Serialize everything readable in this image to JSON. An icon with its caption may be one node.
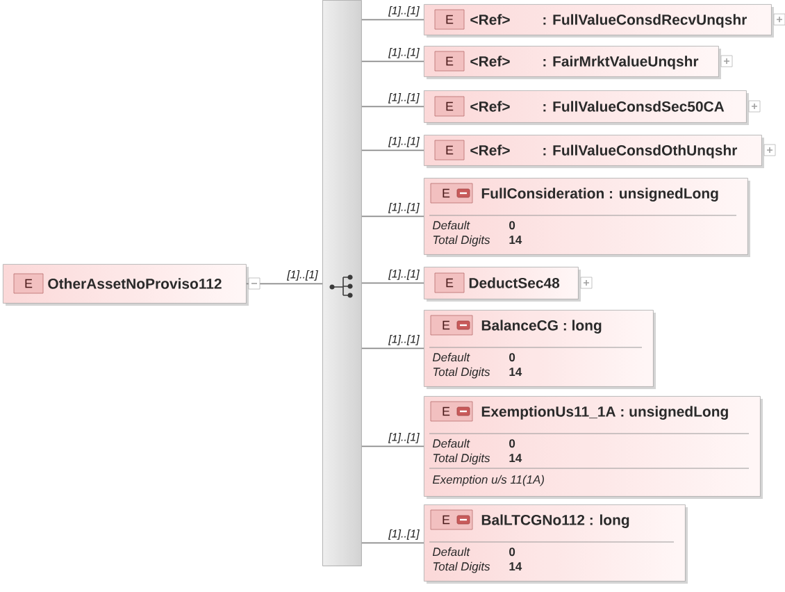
{
  "diagram": {
    "nodes": [
      {
        "text": [
          "E",
          "OtherAssetNoProviso112"
        ]
      },
      {
        "text": [],
        "shape": "bar"
      },
      {
        "text": [
          "E",
          "<Ref>",
          ": FullValueConsdRecvUnqshr"
        ]
      },
      {
        "text": [
          "E",
          "<Ref>",
          ": FairMrktValueUnqshr"
        ]
      },
      {
        "text": [
          "E",
          "<Ref>",
          ": FullValueConsdSec50CA"
        ]
      },
      {
        "text": [
          "E",
          "<Ref>",
          ": FullValueConsdOthUnqshr"
        ]
      },
      {
        "text": [
          "E",
          "FullConsideration : unsignedLong",
          "Default",
          "0",
          "Total Digits",
          "14"
        ]
      },
      {
        "text": [
          "E",
          "DeductSec48"
        ]
      },
      {
        "text": [
          "E",
          "BalanceCG : long",
          "Default",
          "0",
          "Total Digits",
          "14"
        ]
      },
      {
        "text": [
          "E",
          "ExemptionUs11_1A : unsignedLong",
          "Default",
          "0",
          "Total Digits",
          "14",
          "Exemption u/s 11(1A)"
        ]
      },
      {
        "text": [
          "E",
          "BalLTCGNo112 : long",
          "Default",
          "0",
          "Total Digits",
          "14"
        ]
      }
    ],
    "edges": [
      {
        "from": 0,
        "to": 1,
        "arrow": "none",
        "label": "[1]..[1]"
      },
      {
        "from": 1,
        "to": 2,
        "arrow": "none",
        "label": "[1]..[1]"
      },
      {
        "from": 1,
        "to": 3,
        "arrow": "none",
        "label": "[1]..[1]"
      },
      {
        "from": 1,
        "to": 4,
        "arrow": "none",
        "label": "[1]..[1]"
      },
      {
        "from": 1,
        "to": 5,
        "arrow": "none",
        "label": "[1]..[1]"
      },
      {
        "from": 1,
        "to": 6,
        "arrow": "none",
        "label": "[1]..[1]"
      },
      {
        "from": 1,
        "to": 7,
        "arrow": "none",
        "label": "[1]..[1]"
      },
      {
        "from": 1,
        "to": 8,
        "arrow": "none",
        "label": "[1]..[1]"
      },
      {
        "from": 1,
        "to": 9,
        "arrow": "none",
        "label": "[1]..[1]"
      },
      {
        "from": 1,
        "to": 10,
        "arrow": "none",
        "label": "[1]..[1]"
      }
    ]
  }
}
